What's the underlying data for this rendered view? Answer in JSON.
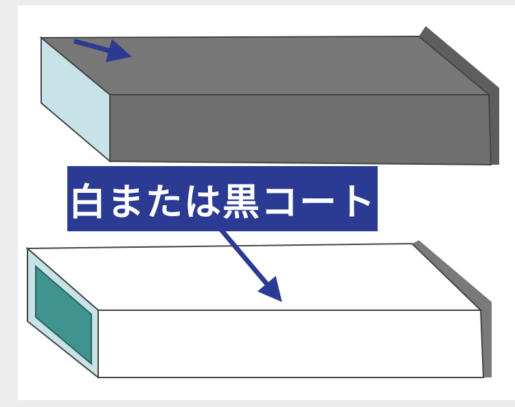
{
  "diagram": {
    "label": "白または黒コート",
    "colors": {
      "background": "#ececec",
      "canvas": "#ffffff",
      "dark_top": "#767676",
      "dark_front": "#6f6f6f",
      "edge": "#4a4a4a",
      "end_face_light": "#c7e3e7",
      "window_teal": "#3f948f",
      "label_bg": "#2b3a92",
      "arrow": "#2b3a92"
    },
    "components": [
      {
        "name": "dark-coated-block",
        "color": "#767676"
      },
      {
        "name": "white-coated-block",
        "color": "#ffffff"
      }
    ]
  }
}
